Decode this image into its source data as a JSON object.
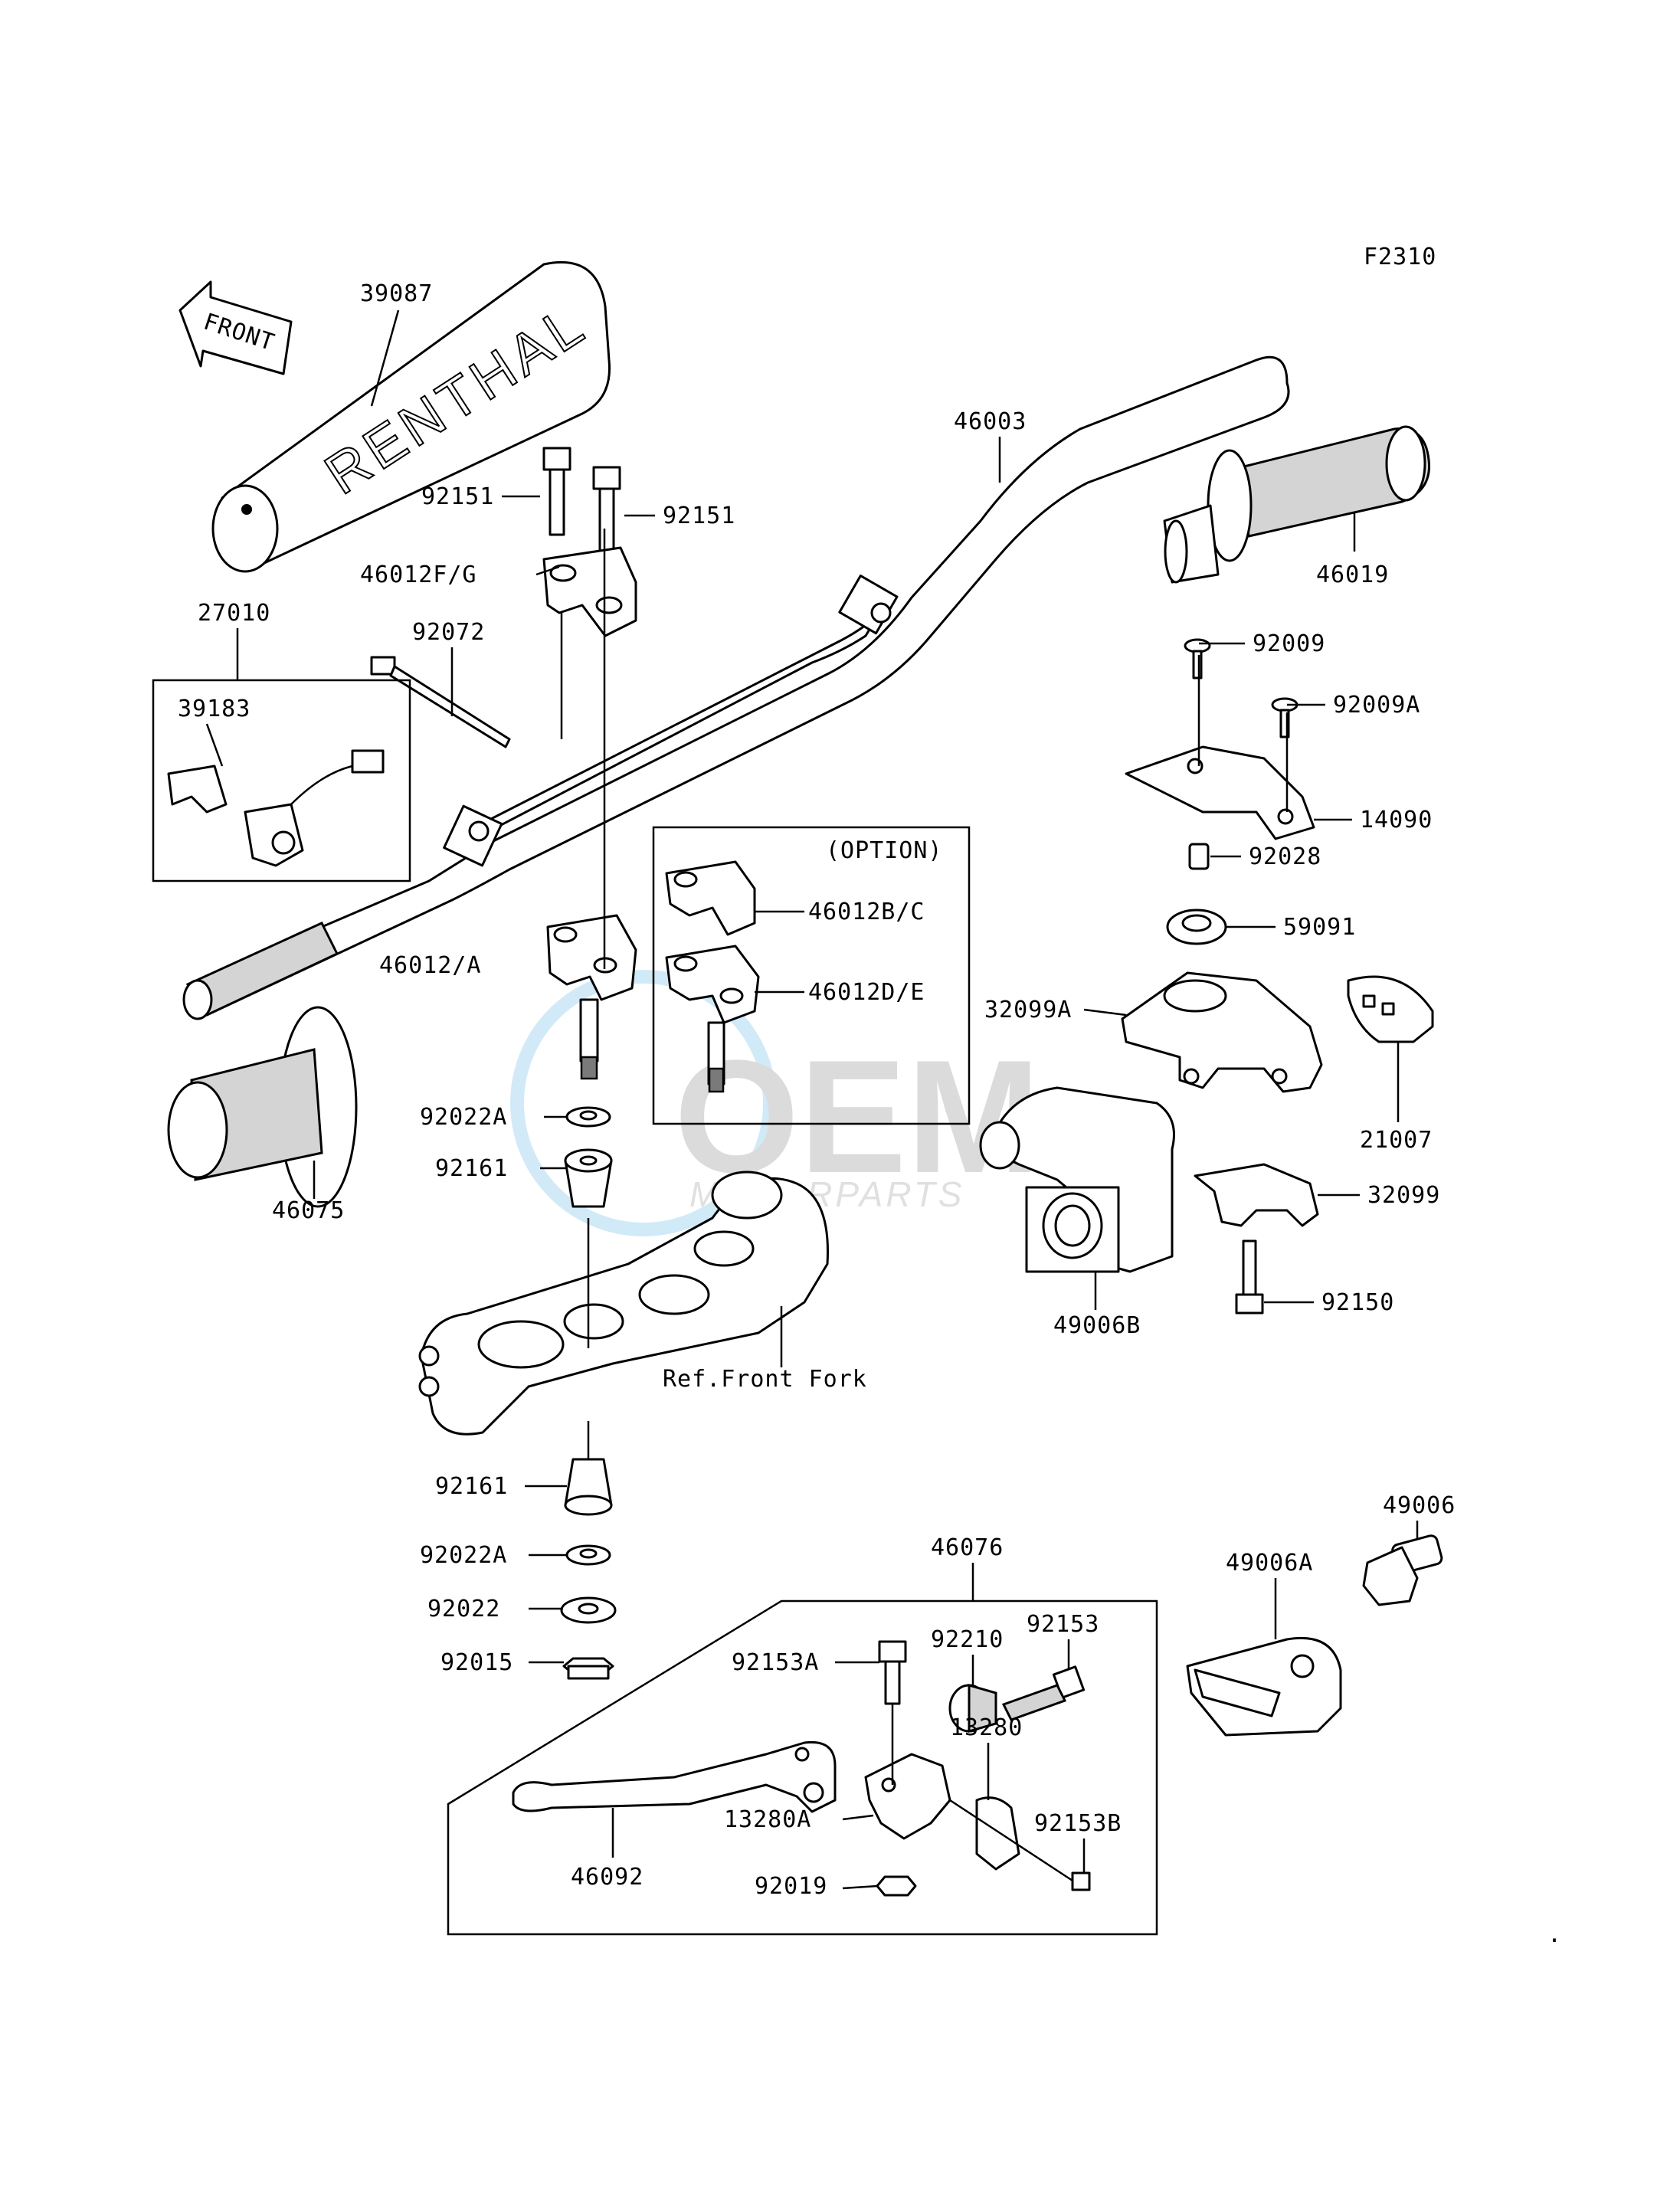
{
  "diagram": {
    "code": "F2310",
    "front_label": "FRONT",
    "brand_text": "RENTHAL",
    "option_label": "(OPTION)",
    "ref_label": "Ref.Front Fork",
    "watermark": {
      "name": "OEM",
      "sub": "MOTORPARTS"
    },
    "dot": "."
  },
  "labels": {
    "p39087": "39087",
    "p46003": "46003",
    "p92151a": "92151",
    "p92151b": "92151",
    "p46012fg": "46012F/G",
    "p46019": "46019",
    "p27010": "27010",
    "p92072": "92072",
    "p39183": "39183",
    "p92009": "92009",
    "p92009a": "92009A",
    "p14090": "14090",
    "p92028": "92028",
    "p59091": "59091",
    "p46012bc": "46012B/C",
    "p46012de": "46012D/E",
    "p46012a": "46012/A",
    "p32099a": "32099A",
    "p21007": "21007",
    "p92022a1": "92022A",
    "p92161a": "92161",
    "p46075": "46075",
    "p32099": "32099",
    "p92150": "92150",
    "p49006b": "49006B",
    "p49006": "49006",
    "p92161b": "92161",
    "p92022a2": "92022A",
    "p92022": "92022",
    "p92015": "92015",
    "p46076": "46076",
    "p49006a": "49006A",
    "p92153": "92153",
    "p92153a": "92153A",
    "p92210": "92210",
    "p13280": "13280",
    "p13280a": "13280A",
    "p92153b": "92153B",
    "p46092": "46092",
    "p92019": "92019"
  }
}
